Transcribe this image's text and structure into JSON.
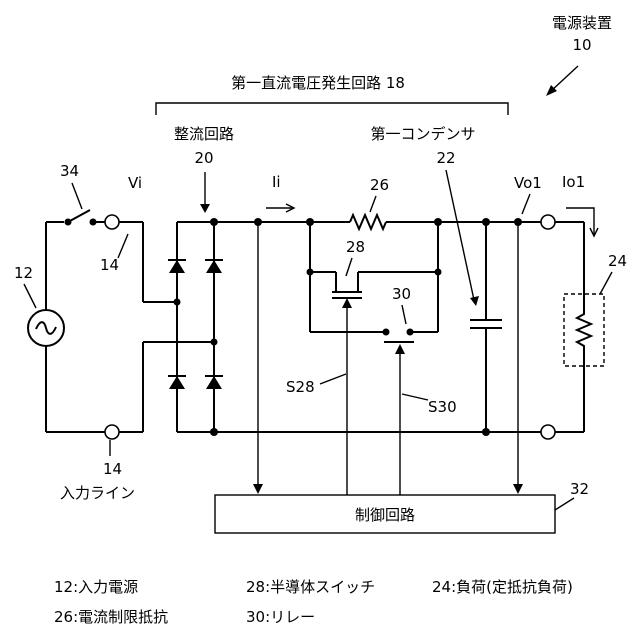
{
  "device": {
    "title": "電源装置",
    "ref": "10"
  },
  "block18": {
    "label": "第一直流電圧発生回路 18"
  },
  "rectifier": {
    "title": "整流回路",
    "ref": "20"
  },
  "capacitor": {
    "title": "第一コンデンサ",
    "ref": "22"
  },
  "refs": {
    "r34": "34",
    "vi": "Vi",
    "r12": "12",
    "r14_top": "14",
    "r14_bottom": "14",
    "input_line": "入力ライン",
    "ii": "Ii",
    "r26": "26",
    "r28": "28",
    "r30": "30",
    "vo1": "Vo1",
    "io1": "Io1",
    "r24": "24",
    "s28": "S28",
    "s30": "S30",
    "r32": "32",
    "control": "制御回路"
  },
  "legend": [
    {
      "text": "12:入力電源"
    },
    {
      "text": "28:半導体スイッチ"
    },
    {
      "text": "24:負荷(定抵抗負荷)"
    },
    {
      "text": "26:電流制限抵抗"
    },
    {
      "text": "30:リレー"
    }
  ]
}
